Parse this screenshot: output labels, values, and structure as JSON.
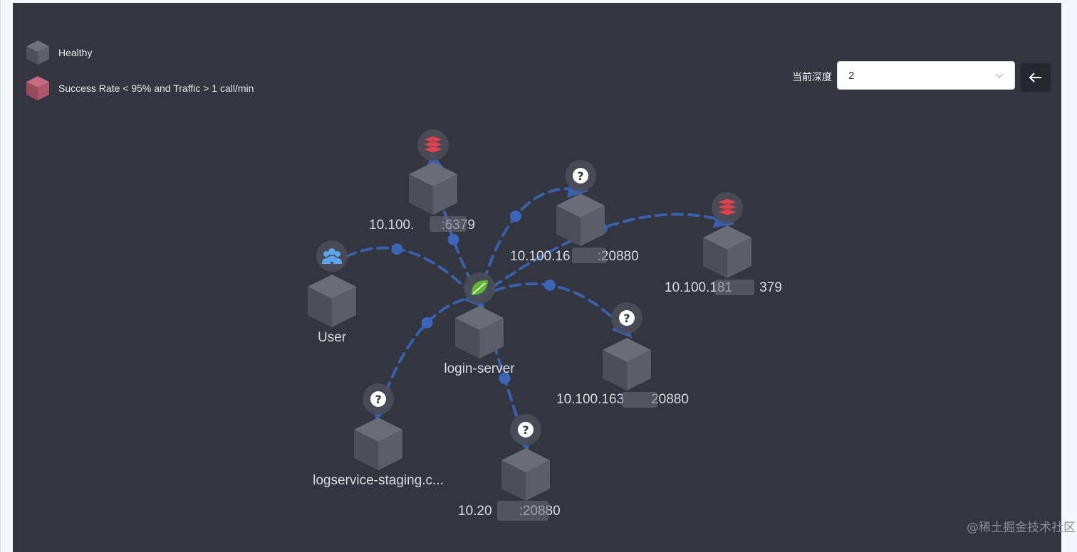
{
  "legend": {
    "healthy_label": "Healthy",
    "unhealthy_label": "Success Rate < 95% and Traffic > 1 call/min",
    "healthy_color": "#5b5e68",
    "unhealthy_color": "#b5566e"
  },
  "controls": {
    "depth_label": "当前深度",
    "depth_value": "2",
    "back_icon": "arrow-left-icon"
  },
  "colors": {
    "background": "#33363f",
    "edge": "#3a65b8",
    "node": "#5b5e68",
    "redis": "#e2404c",
    "user": "#5aa5ef",
    "spring": "#5fb832"
  },
  "nodes": [
    {
      "id": "redis-1",
      "label": "10.100.",
      "label_tail": ":6379",
      "icon": "redis-icon"
    },
    {
      "id": "unknown-1",
      "label": "10.100.16",
      "label_tail": ":20880",
      "icon": "question-icon"
    },
    {
      "id": "redis-2",
      "label": "10.100.181",
      "label_tail": "379",
      "icon": "redis-icon"
    },
    {
      "id": "user",
      "label": "User",
      "label_tail": "",
      "icon": "users-icon"
    },
    {
      "id": "login-server",
      "label": "login-server",
      "label_tail": "",
      "icon": "spring-leaf-icon"
    },
    {
      "id": "unknown-2",
      "label": "10.100.163",
      "label_tail": "20880",
      "icon": "question-icon"
    },
    {
      "id": "logservice",
      "label": "logservice-staging.c...",
      "label_tail": "",
      "icon": "question-icon"
    },
    {
      "id": "unknown-3",
      "label": "10.20",
      "label_tail": ":20880",
      "icon": "question-icon"
    }
  ],
  "edges": [
    {
      "from": "user",
      "to": "login-server"
    },
    {
      "from": "login-server",
      "to": "redis-1"
    },
    {
      "from": "login-server",
      "to": "unknown-1"
    },
    {
      "from": "login-server",
      "to": "redis-2"
    },
    {
      "from": "login-server",
      "to": "unknown-2"
    },
    {
      "from": "login-server",
      "to": "logservice"
    },
    {
      "from": "login-server",
      "to": "unknown-3"
    }
  ],
  "watermark": "@稀土掘金技术社区"
}
